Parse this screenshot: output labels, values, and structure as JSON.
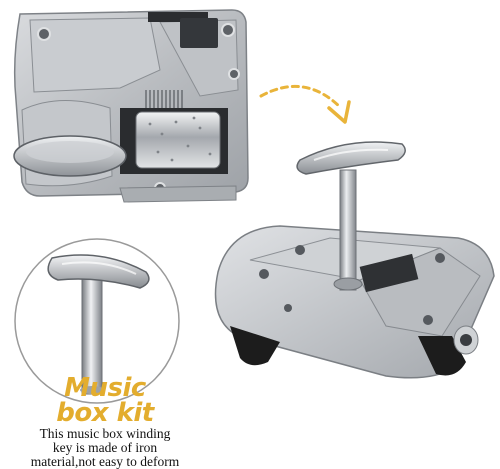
{
  "caption": {
    "title_line1": "Music",
    "title_line2": "box kit",
    "description_line1": "This music box winding",
    "description_line2": "key is made of iron",
    "description_line3": "material,not easy to deform"
  },
  "images": {
    "top_left": "music-box-mechanism-top-view",
    "bottom_right": "music-box-mechanism-with-winding-key",
    "circle": "winding-key-closeup",
    "arrow": "curved-dashed-arrow"
  },
  "colors": {
    "title": "#e3ad2e",
    "arrow": "#e9b43a",
    "circle_border": "#9a9a9a",
    "metal": "#c7c9cc",
    "dark_part": "#1c1c1c"
  }
}
